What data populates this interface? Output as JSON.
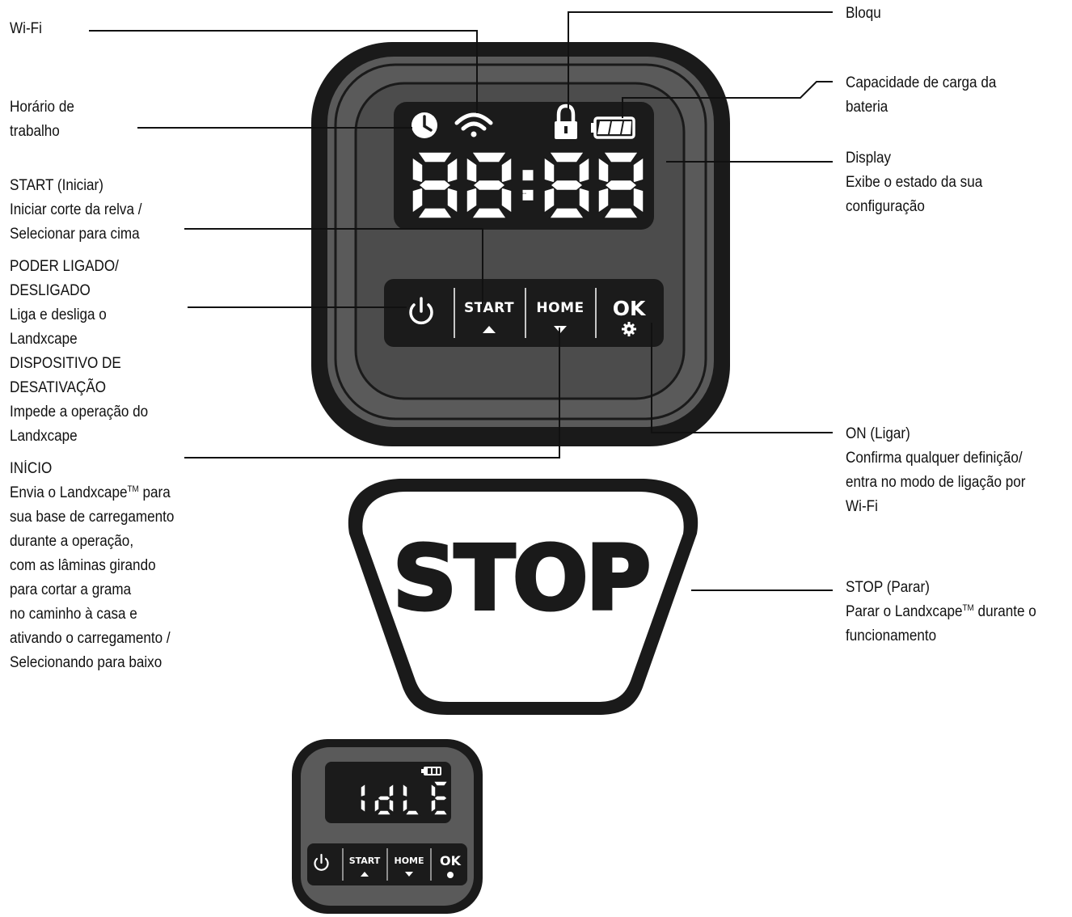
{
  "labels": {
    "wifi": [
      "Wi-Fi"
    ],
    "schedule": [
      "Horário de",
      "trabalho"
    ],
    "start": [
      "START (Iniciar)",
      "Iniciar corte da relva /",
      "Selecionar para cima"
    ],
    "power": [
      "PODER LIGADO/",
      "DESLIGADO",
      "Liga e desliga o",
      "Landxcape",
      "DISPOSITIVO DE",
      "DESATIVAÇÃO",
      "Impede a operação do",
      "Landxcape"
    ],
    "home_intro": "INÍCIO",
    "home_lead": "Envia o Landxcape",
    "home_lead_tm": "TM",
    "home_lead_tail": " para",
    "home": [
      "sua base de carregamento",
      "durante a operação,",
      "com as lâminas girando",
      "para cortar a grama",
      "no caminho à casa e",
      "ativando o carregamento /",
      "Selecionando para baixo"
    ],
    "lock": [
      "Bloqu"
    ],
    "battery": [
      "Capacidade de carga da",
      "bateria"
    ],
    "display": [
      "Display",
      "Exibe o estado da sua",
      "configuração"
    ],
    "ok": [
      "ON (Ligar)",
      "Confirma qualquer definição/",
      "entra no modo de ligação por",
      "Wi-Fi"
    ],
    "stop_title": "STOP (Parar)",
    "stop_lead": "Parar o Landxcape",
    "stop_lead_tm": "TM",
    "stop_lead_tail": " durante o",
    "stop_rest": [
      "funcionamento"
    ]
  },
  "panel": {
    "display_text": "88:88",
    "buttons": {
      "start": "START",
      "home": "HOME",
      "ok": "OK"
    },
    "stop_button": "STOP"
  },
  "small_panel": {
    "display_text": "IdLE",
    "buttons": {
      "start": "START",
      "home": "HOME",
      "ok": "OK"
    }
  },
  "icons": [
    "clock-icon",
    "wifi-icon",
    "lock-icon",
    "battery-icon",
    "power-icon",
    "gear-icon",
    "arrow-up-icon",
    "arrow-down-icon"
  ],
  "colors": {
    "panel_dark": "#1a1a1a",
    "panel_body": "#555555",
    "panel_inner": "#4a4a4a",
    "screen": "#1b1b1b",
    "text": "#111111"
  }
}
